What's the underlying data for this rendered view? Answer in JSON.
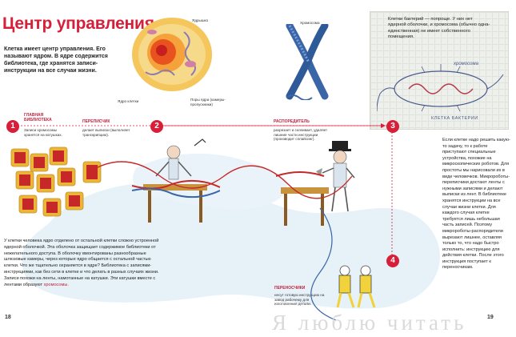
{
  "title": "Центр управления",
  "intro": "Клетка имеет центр управления. Его называют ядром. В ядре содержится библиотека, где хранятся записи-инструкции на все случаи жизни.",
  "cell_labels": {
    "nucleus_top": "Ядрышко",
    "nucleus_cell": "Ядро клетки",
    "pores": "Поры ядра (камеры-пропускники)"
  },
  "chromosome_label": "Хромосома",
  "bacteria": {
    "text": "Клетки бактерий — попроще. У них нет ядерной оболочки, и хромосома (обычно одна-единственная) не имеет собственного помещения.",
    "hand_chromosome": "хромосома",
    "hand_caption": "КЛЕТКА БАКТЕРИИ"
  },
  "steps": [
    {
      "num": "1",
      "title": "ГЛАВНАЯ БИБЛИОТЕКА",
      "text": "Записи хромосомы хранятся на катушках."
    },
    {
      "num": "2",
      "title": "ПЕРЕПИСЧИК",
      "text": "делает выписки (выполняет транскрипцию)."
    },
    {
      "num": "3",
      "title": "РАСПОРЕДИТЕЛЬ",
      "text": "разрезает и склеивает, удаляет лишние части инструкции (производит сплайсинг)."
    },
    {
      "num": "4",
      "title": "ПЕРЕНОСЧИКИ",
      "text": "несут готовую инструкцию на завод рабочему для изготовления детали."
    }
  ],
  "left_body": "У клетки человека ядро отделено от остальной клетки сложно устроенной ядерной оболочкой. Эта оболочка защищает содержимое библиотеки от нежелательного доступа. В оболочку вмонтированы разнообразные шлюзовые камеры, через которые ядро общается с остальной частью клетки. Что же тщательно охраняется в ядре? Библиотека с записями-инструкциями, как без сети в клетке и что делать в разных случаях жизни. Записи похожи на ленты, намотанные на катушки. Эти катушки вместе с лентами образуют",
  "left_body_link": "хромосомы.",
  "right_body": "Если клетке надо решить какую-то задачу, то к работе приступают специальные устройства, похожие на микроскопических роботов. Для простоты мы нарисовали их в виде человечков. Микророботы-переписчики достают ленты с нужными записями и делают выписки из лент. В библиотеке хранятся инструкции на все случаи жизни клетки. Для каждого случая клетке требуется лишь небольшая часть записей. Поэтому микророботы-распорядители вырезают лишнее, оставляя только то, что надо быстро исполнить: инструкцию для действия клетки. После этого инструкция поступает к переносчикам.",
  "page_left": "18",
  "page_right": "19",
  "watermark": "Я люблю читать",
  "colors": {
    "accent": "#d81f3a",
    "chromosome": "#3a66a8",
    "thread": "#c62828"
  }
}
